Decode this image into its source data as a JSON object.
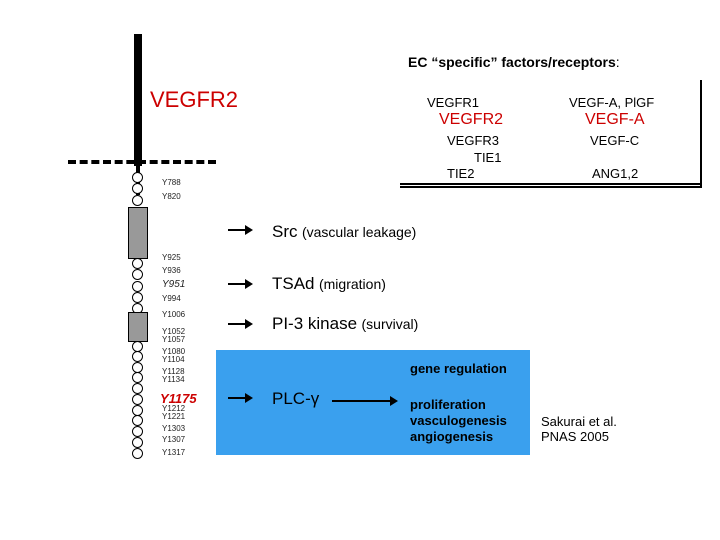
{
  "title": {
    "prefix": "EC “specific” factors/receptors",
    "suffix": ":"
  },
  "receptor_name": "VEGFR2",
  "table": {
    "rows": [
      {
        "receptor": "VEGFR1",
        "ligand": "VEGF-A, PlGF",
        "highlight": false
      },
      {
        "receptor": "VEGFR2",
        "ligand": "VEGF-A",
        "highlight": true
      },
      {
        "receptor": "VEGFR3",
        "ligand": "VEGF-C",
        "highlight": false
      },
      {
        "receptor": "TIE1",
        "ligand": "",
        "highlight": false
      },
      {
        "receptor": "TIE2",
        "ligand": "ANG1,2",
        "highlight": false
      }
    ]
  },
  "residues": {
    "y788": "Y788",
    "y820": "Y820",
    "y925": "Y925",
    "y936": "Y936",
    "y951": "Y951",
    "y994": "Y994",
    "y1006": "Y1006",
    "y1052": "Y1052",
    "y1057": "Y1057",
    "y1080": "Y1080",
    "y1104": "Y1104",
    "y1128": "Y1128",
    "y1134": "Y1134",
    "y1175": "Y1175",
    "y1212": "Y1212",
    "y1221": "Y1221",
    "y1303": "Y1303",
    "y1307": "Y1307",
    "y1317": "Y1317"
  },
  "pathways": {
    "src": {
      "name": "Src",
      "effect": "(vascular leakage)"
    },
    "tsad": {
      "name": "TSAd",
      "effect": "(migration)"
    },
    "pi3k": {
      "name": "PI-3 kinase",
      "effect": "(survival)"
    },
    "plc": {
      "name": "PLC-γ"
    }
  },
  "blue_box": {
    "color": "#3aa0ee",
    "gene_regulation": "gene regulation",
    "outcomes": [
      "proliferation",
      "vasculogenesis",
      "angiogenesis"
    ]
  },
  "citation": [
    "Sakurai et al.",
    "PNAS 2005"
  ],
  "colors": {
    "highlight": "#cc0000",
    "box": "#3aa0ee"
  }
}
